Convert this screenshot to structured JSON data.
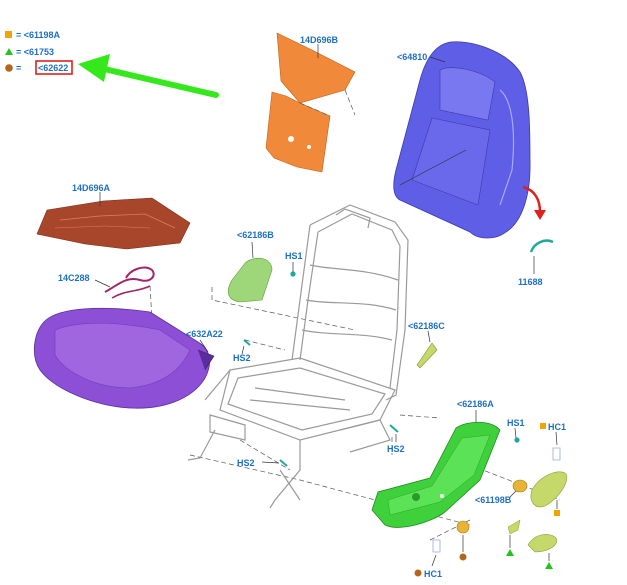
{
  "legend": {
    "items": [
      {
        "symbol": "square",
        "color": "#f0a500",
        "text": "= <61198A"
      },
      {
        "symbol": "triangle",
        "color": "#22c41f",
        "text": "= <61753"
      },
      {
        "symbol": "circle",
        "color": "#b8651c",
        "text": "= ",
        "code": "<62622"
      }
    ],
    "highlight_color": "#e0201a",
    "arrow_color": "#35e81c"
  },
  "parts": {
    "backrest_pad_label": "14D696B",
    "backrest_trim_label": "<64810",
    "clip_label": "11688",
    "cushion_pad_label": "14D696A",
    "wiring_label": "14C288",
    "cushion_label": "<632A22",
    "inner_shield_label": "<62186B",
    "hs1_top_label": "HS1",
    "hs2_left_label": "HS2",
    "recliner_cover_label": "<62186C",
    "hs2_mid_label": "HS2",
    "hs2_bottom_label": "HS2",
    "outer_shield_label": "<62186A",
    "hs1_right_label": "HS1",
    "hc1_top_label": "HC1",
    "knob_label": "<61198B",
    "hc1_bottom_label": "HC1"
  },
  "colors": {
    "orange": "#f08a3a",
    "brown": "#a8462c",
    "purple": "#8d4fd6",
    "blue": "#5f5ee6",
    "green": "#3fd13b",
    "lightgreen": "#9ed67a",
    "yellowgreen": "#c5d86a",
    "teal": "#1fa89c",
    "magenta": "#a0256b",
    "gold": "#e7b436",
    "red": "#e0201a"
  }
}
